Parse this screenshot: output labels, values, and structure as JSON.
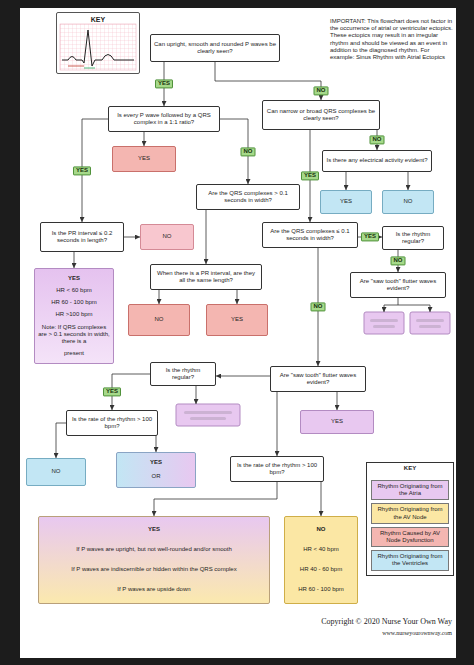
{
  "diagram": {
    "nodes": [
      {
        "text": [
          "KEY"
        ]
      },
      {
        "text": [
          "Can upright, smooth and rounded P waves be clearly seen?"
        ]
      },
      {
        "text": [
          "Is every P wave followed by a QRS complex in a 1:1 ratio?"
        ]
      },
      {
        "text": [
          "Can narrow or broad QRS complexes be clearly seen?"
        ]
      },
      {
        "text": [
          "Is there any electrical activity evident?"
        ]
      },
      {
        "text": [
          "YES"
        ]
      },
      {
        "text": [
          "Are the QRS complexes > 0.1 seconds in width?"
        ]
      },
      {
        "text": [
          "YES"
        ]
      },
      {
        "text": [
          "NO"
        ]
      },
      {
        "text": [
          "Is the PR interval ≤ 0.2 seconds in length?"
        ]
      },
      {
        "text": [
          "NO"
        ]
      },
      {
        "text": [
          "Are the QRS complexes ≤ 0.1 seconds in width?"
        ]
      },
      {
        "text": [
          "Is the rhythm regular?"
        ]
      },
      {
        "text": [
          "When there is a PR interval, are they all the same length?"
        ]
      },
      {
        "text": [
          "Are \"saw tooth\" flutter waves evident?"
        ]
      },
      {
        "text": [
          "YES",
          "HR < 60 bpm",
          "HR 60 - 100 bpm",
          "HR >100 bpm",
          "Note: If QRS complexes are > 0.1 seconds in width, there is a",
          "present"
        ]
      },
      {
        "text": [
          "NO"
        ]
      },
      {
        "text": [
          "YES"
        ]
      },
      {
        "text": [
          "Is the rhythm regular?"
        ]
      },
      {
        "text": [
          "Are \"saw tooth\" flutter waves evident?"
        ]
      },
      {
        "text": [
          "YES"
        ]
      },
      {
        "text": [
          "Is the rate of the rhythm > 100 bpm?"
        ]
      },
      {
        "text": [
          "NO"
        ]
      },
      {
        "text": [
          "YES",
          "OR"
        ]
      },
      {
        "text": [
          "Is the rate of the rhythm > 100 bpm?"
        ]
      },
      {
        "text": [
          "YES",
          "If P waves are upright, but not well-rounded and/or smooth",
          "If P waves are indiscernible or hidden within the QRS complex",
          "If P waves are upside down"
        ]
      },
      {
        "text": [
          "NO",
          "HR < 40 bpm",
          "HR 40 - 60 bpm",
          "HR 60 - 100 bpm"
        ]
      }
    ],
    "edges": [
      {
        "from": 1,
        "to": 2,
        "label": "YES",
        "arrow": "to"
      },
      {
        "from": 1,
        "to": 3,
        "label": "NO",
        "arrow": "to"
      },
      {
        "from": 2,
        "to": 9,
        "label": "YES",
        "arrow": "to"
      },
      {
        "from": 2,
        "to": 5,
        "arrow": "to"
      },
      {
        "from": 2,
        "to": 6,
        "label": "NO",
        "arrow": "to"
      },
      {
        "from": 3,
        "to": 4,
        "label": "NO",
        "arrow": "to"
      },
      {
        "from": 3,
        "to": 11,
        "label": "YES",
        "arrow": "to"
      },
      {
        "from": 4,
        "to": 7,
        "arrow": "to"
      },
      {
        "from": 4,
        "to": 8,
        "arrow": "to"
      },
      {
        "from": 6,
        "to": 13,
        "arrow": "to"
      },
      {
        "from": 9,
        "to": 10,
        "arrow": "to"
      },
      {
        "from": 9,
        "to": 15,
        "arrow": "to"
      },
      {
        "from": 11,
        "to": 12,
        "label": "YES",
        "arrow": "to"
      },
      {
        "from": 12,
        "to": 14,
        "label": "NO",
        "arrow": "to"
      },
      {
        "from": 11,
        "to": 19,
        "label": "NO",
        "arrow": "to"
      },
      {
        "from": 13,
        "to": 16,
        "arrow": "to"
      },
      {
        "from": 13,
        "to": 17,
        "arrow": "to"
      },
      {
        "from": 19,
        "to": 18,
        "arrow": "to"
      },
      {
        "from": 18,
        "to": 21,
        "label": "YES",
        "arrow": "to"
      },
      {
        "from": 19,
        "to": 20,
        "arrow": "to"
      },
      {
        "from": 19,
        "to": 24,
        "arrow": "to"
      },
      {
        "from": 21,
        "to": 22,
        "arrow": "to"
      },
      {
        "from": 21,
        "to": 23,
        "arrow": "to"
      },
      {
        "from": 24,
        "to": 25,
        "arrow": "to"
      },
      {
        "from": 24,
        "to": 26,
        "arrow": "to"
      }
    ],
    "labels": [
      "IMPORTANT: This flowchart does not factor in the occurrence of atrial or ventricular ectopics. These ectopics may result in an irregular rhythm and should be viewed as an event in addition to the diagnosed rhythm. For example: Sinus Rhythm with Atrial Ectopics",
      "KEY",
      "Copyright © 2020 Nurse Your Own Way",
      "www.nurseyourownway.com"
    ],
    "legend": [
      {
        "text": "Rhythm Originating from the Atria",
        "color": "#e8c8f0"
      },
      {
        "text": "Rhythm Originating from the AV Node",
        "color": "#fbe7a4"
      },
      {
        "text": "Rhythm Caused by AV Node Dysfunction",
        "color": "#f4b6b1"
      },
      {
        "text": "Rhythm Originating from the Ventricles",
        "color": "#c2e6f4"
      }
    ]
  }
}
